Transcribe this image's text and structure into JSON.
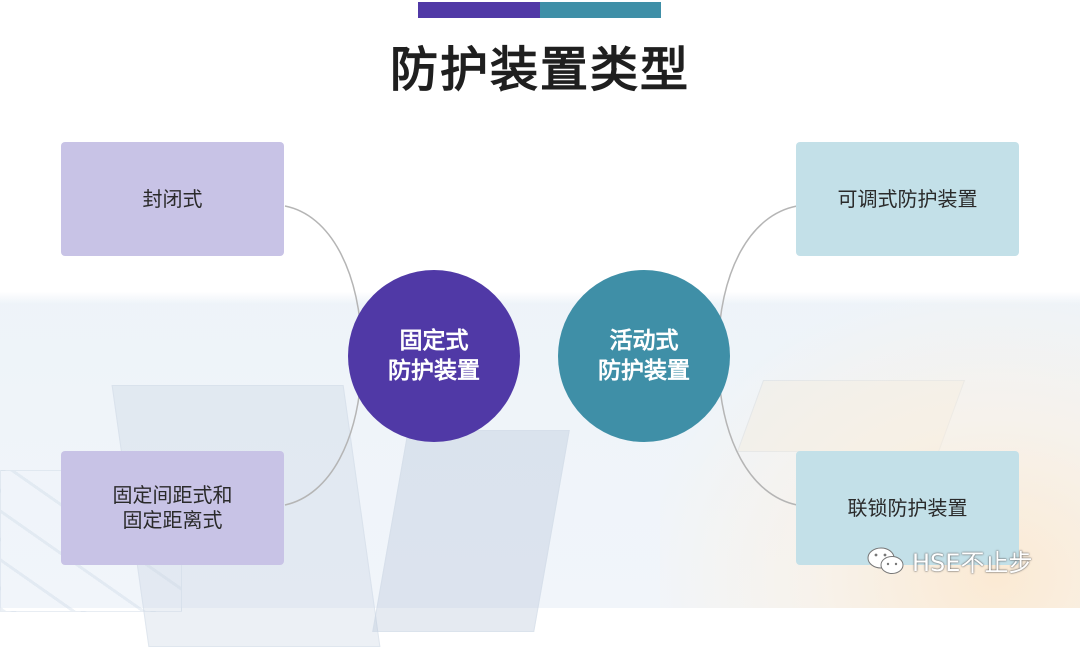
{
  "slide": {
    "title": "防护装置类型",
    "accent_colors": {
      "purple": "#5039a6",
      "teal": "#3f8fa7",
      "light_purple": "#c8c3e6",
      "light_teal": "#c3e0e8"
    }
  },
  "categories": {
    "fixed": {
      "line1": "固定式",
      "line2": "防护装置",
      "children": [
        {
          "label_lines": [
            "封闭式"
          ]
        },
        {
          "label_lines": [
            "固定间距式和",
            "固定距离式"
          ]
        }
      ]
    },
    "movable": {
      "line1": "活动式",
      "line2": "防护装置",
      "children": [
        {
          "label_lines": [
            "可调式防护装置"
          ]
        },
        {
          "label_lines": [
            "联锁防护装置"
          ]
        }
      ]
    }
  },
  "watermark": {
    "icon": "wechat-icon",
    "text": "HSE不止步"
  }
}
